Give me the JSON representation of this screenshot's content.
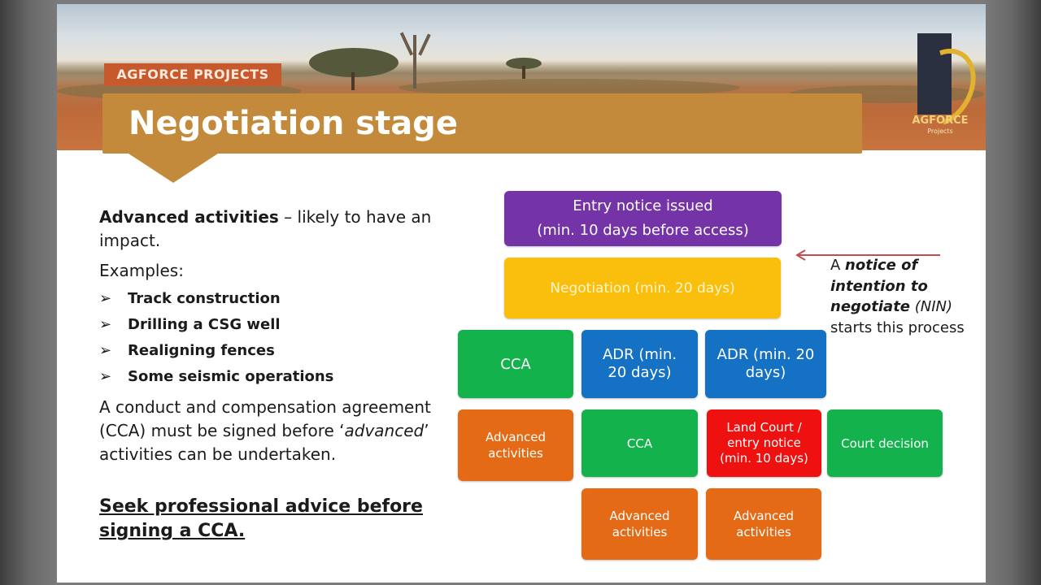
{
  "header": {
    "tag": "AGFORCE PROJECTS",
    "title": "Negotiation stage",
    "logo_text": "AGFORCE",
    "logo_subtext": "Projects"
  },
  "left": {
    "intro_bold": "Advanced activities",
    "intro_rest": " – likely to have an impact.",
    "examples_label": "Examples:",
    "bullet_glyph": "➢",
    "bullets": [
      "Track construction",
      "Drilling a CSG well",
      "Realigning fences",
      "Some seismic operations"
    ],
    "cca_text_1": "A conduct and compensation agreement (CCA) must be signed before ‘",
    "cca_text_italic": "advanced",
    "cca_text_2": "’ activities can be undertaken.",
    "advice": "Seek professional advice before signing a CCA."
  },
  "flow": {
    "entry_notice": [
      "Entry notice issued",
      "(min. 10 days before access)"
    ],
    "negotiation": "Negotiation (min. 20 days)",
    "row3": {
      "cca": "CCA",
      "adr_a": [
        "ADR (min.",
        "20 days)"
      ],
      "adr_b": [
        "ADR (min. 20",
        "days)"
      ]
    },
    "row4": {
      "advanced": [
        "Advanced",
        "activities"
      ],
      "cca": "CCA",
      "land_court": [
        "Land Court /",
        "entry notice",
        "(min. 10 days)"
      ],
      "court_decision": "Court decision"
    },
    "row5": {
      "advanced_a": [
        "Advanced",
        "activities"
      ],
      "advanced_b": [
        "Advanced",
        "activities"
      ]
    }
  },
  "note": {
    "prefix": "A ",
    "bold_italic_1": "notice of",
    "bold_italic_2": "intention to",
    "bold_italic_3": "negotiate",
    "italic_abbr": " (NIN)",
    "suffix": "starts this process"
  },
  "colors": {
    "purple": "#7434a8",
    "yellow": "#f9bf0c",
    "green": "#14b24c",
    "blue": "#1571c3",
    "red": "#ef1010",
    "orange": "#e56a16",
    "banner_gold": "#c28a3a",
    "tag_orange": "#c75a2c",
    "arrow": "#c0504d"
  }
}
